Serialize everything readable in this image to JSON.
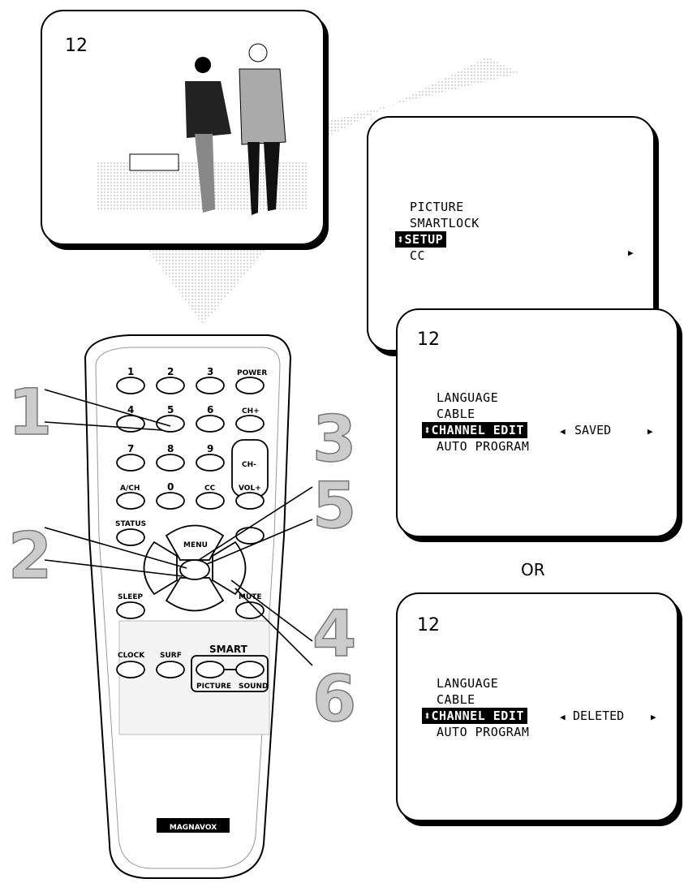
{
  "tv_picture": {
    "channel": "12"
  },
  "main_menu": {
    "items": [
      "PICTURE",
      "SMARTLOCK",
      "SETUP",
      "CC"
    ],
    "selected": "SETUP"
  },
  "setup_saved": {
    "channel": "12",
    "items": [
      "LANGUAGE",
      "CABLE",
      "CHANNEL EDIT",
      "AUTO PROGRAM"
    ],
    "selected": "CHANNEL EDIT",
    "value": "SAVED"
  },
  "or_label": "OR",
  "setup_deleted": {
    "channel": "12",
    "items": [
      "LANGUAGE",
      "CABLE",
      "CHANNEL EDIT",
      "AUTO PROGRAM"
    ],
    "selected": "CHANNEL EDIT",
    "value": "DELETED"
  },
  "remote": {
    "brand": "MAGNAVOX",
    "keys": {
      "k1": "1",
      "k2": "2",
      "k3": "3",
      "power": "POWER",
      "k4": "4",
      "k5": "5",
      "k6": "6",
      "ch_up": "CH+",
      "k7": "7",
      "k8": "8",
      "k9": "9",
      "ch_down": "CH-",
      "ach": "A/CH",
      "k0": "0",
      "cc": "CC",
      "vol_up": "VOL+",
      "status": "STATUS",
      "menu": "MENU",
      "sleep": "SLEEP",
      "mute": "MUTE",
      "clock": "CLOCK",
      "surf": "SURF",
      "smart": "SMART",
      "picture": "PICTURE",
      "sound": "SOUND"
    }
  },
  "steps": {
    "s1": "1",
    "s2": "2",
    "s3": "3",
    "s4": "4",
    "s5": "5",
    "s6": "6"
  }
}
